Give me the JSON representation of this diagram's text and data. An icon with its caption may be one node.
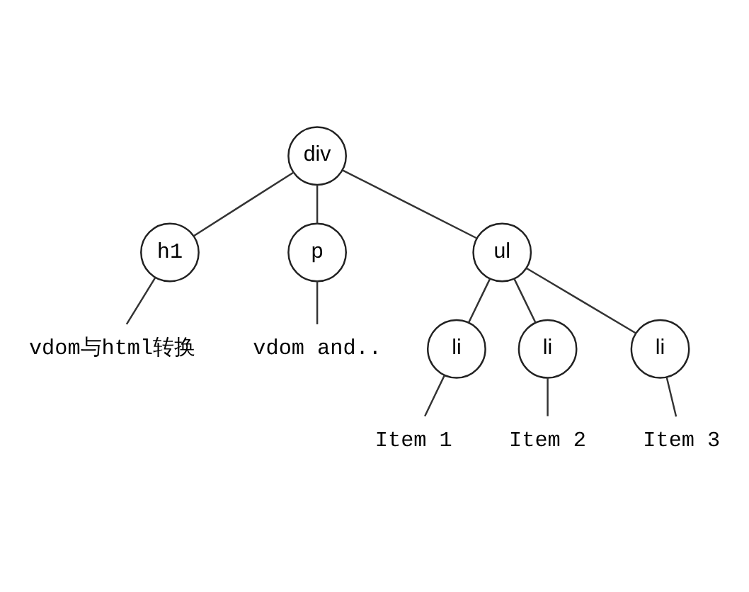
{
  "diagram": {
    "nodes": [
      {
        "text": [
          "div"
        ]
      },
      {
        "text": [
          "h1"
        ]
      },
      {
        "text": [
          "p"
        ]
      },
      {
        "text": [
          "ul"
        ]
      },
      {
        "text": [
          "vdom与html转换"
        ]
      },
      {
        "text": [
          "vdom and.."
        ]
      },
      {
        "text": [
          "li"
        ]
      },
      {
        "text": [
          "li"
        ]
      },
      {
        "text": [
          "li"
        ]
      },
      {
        "text": [
          "Item 1"
        ]
      },
      {
        "text": [
          "Item 2"
        ]
      },
      {
        "text": [
          "Item 3"
        ]
      }
    ],
    "edges": [
      {
        "from": 0,
        "to": 1,
        "arrow": "none"
      },
      {
        "from": 0,
        "to": 2,
        "arrow": "none"
      },
      {
        "from": 0,
        "to": 3,
        "arrow": "none"
      },
      {
        "from": 1,
        "to": 4,
        "arrow": "none"
      },
      {
        "from": 2,
        "to": 5,
        "arrow": "none"
      },
      {
        "from": 3,
        "to": 6,
        "arrow": "none"
      },
      {
        "from": 3,
        "to": 7,
        "arrow": "none"
      },
      {
        "from": 3,
        "to": 8,
        "arrow": "none"
      },
      {
        "from": 6,
        "to": 9,
        "arrow": "none"
      },
      {
        "from": 7,
        "to": 10,
        "arrow": "none"
      },
      {
        "from": 8,
        "to": 11,
        "arrow": "none"
      }
    ]
  }
}
